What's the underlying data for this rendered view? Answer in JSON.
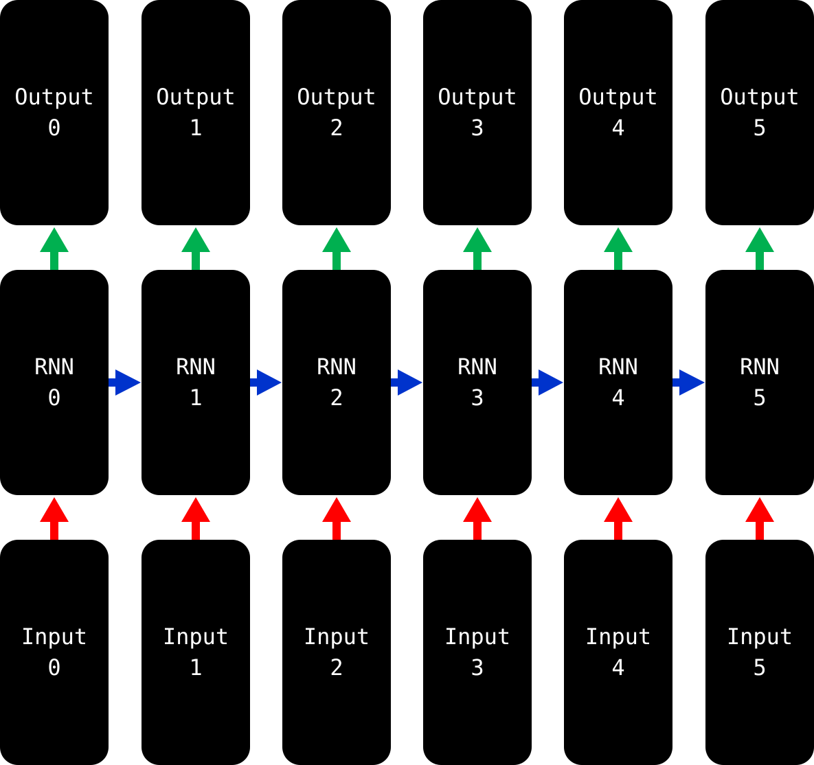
{
  "colors": {
    "box_fill": "#000000",
    "box_text": "#ffffff",
    "input_arrow": "#ff0000",
    "recurrent_arrow": "#0033cc",
    "output_arrow": "#00b050"
  },
  "columns": [
    {
      "output": {
        "line1": "Output",
        "line2": "0"
      },
      "rnn": {
        "line1": "RNN",
        "line2": "0"
      },
      "input": {
        "line1": "Input",
        "line2": "0"
      }
    },
    {
      "output": {
        "line1": "Output",
        "line2": "1"
      },
      "rnn": {
        "line1": "RNN",
        "line2": "1"
      },
      "input": {
        "line1": "Input",
        "line2": "1"
      }
    },
    {
      "output": {
        "line1": "Output",
        "line2": "2"
      },
      "rnn": {
        "line1": "RNN",
        "line2": "2"
      },
      "input": {
        "line1": "Input",
        "line2": "2"
      }
    },
    {
      "output": {
        "line1": "Output",
        "line2": "3"
      },
      "rnn": {
        "line1": "RNN",
        "line2": "3"
      },
      "input": {
        "line1": "Input",
        "line2": "3"
      }
    },
    {
      "output": {
        "line1": "Output",
        "line2": "4"
      },
      "rnn": {
        "line1": "RNN",
        "line2": "4"
      },
      "input": {
        "line1": "Input",
        "line2": "4"
      }
    },
    {
      "output": {
        "line1": "Output",
        "line2": "5"
      },
      "rnn": {
        "line1": "RNN",
        "line2": "5"
      },
      "input": {
        "line1": "Input",
        "line2": "5"
      }
    }
  ]
}
